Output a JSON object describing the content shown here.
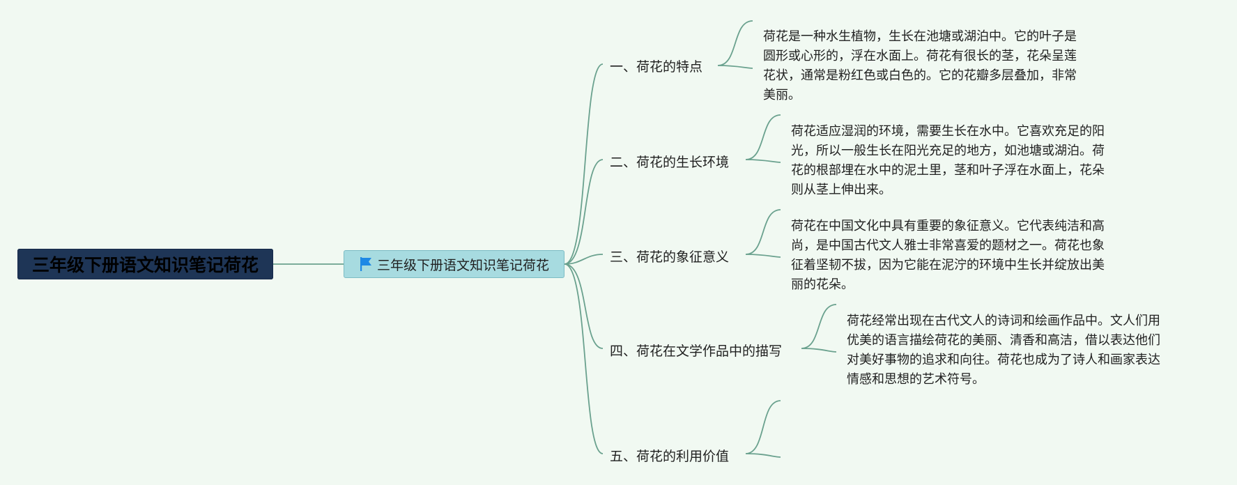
{
  "root": {
    "label": "三年级下册语文知识笔记荷花"
  },
  "center": {
    "label": "三年级下册语文知识笔记荷花",
    "icon": "flag-icon"
  },
  "colors": {
    "background": "#f1f9f2",
    "root_fill": "#1e3556",
    "center_fill": "#a7dbe0",
    "connector": "#6aa18e",
    "flag": "#1e88e5"
  },
  "branches": [
    {
      "label": "一、荷花的特点",
      "note_lines": [
        "荷花是一种水生植物，生长在池塘或湖泊中。它的叶子是",
        "圆形或心形的，浮在水面上。荷花有很长的茎，花朵呈莲",
        "花状，通常是粉红色或白色的。它的花瓣多层叠加，非常",
        "美丽。"
      ]
    },
    {
      "label": "二、荷花的生长环境",
      "note_lines": [
        "荷花适应湿润的环境，需要生长在水中。它喜欢充足的阳",
        "光，所以一般生长在阳光充足的地方，如池塘或湖泊。荷",
        "花的根部埋在水中的泥土里，茎和叶子浮在水面上，花朵",
        "则从茎上伸出来。"
      ]
    },
    {
      "label": "三、荷花的象征意义",
      "note_lines": [
        "荷花在中国文化中具有重要的象征意义。它代表纯洁和高",
        "尚，是中国古代文人雅士非常喜爱的题材之一。荷花也象",
        "征着坚韧不拔，因为它能在泥泞的环境中生长并绽放出美",
        "丽的花朵。"
      ]
    },
    {
      "label": "四、荷花在文学作品中的描写",
      "note_lines": [
        "荷花经常出现在古代文人的诗词和绘画作品中。文人们用",
        "优美的语言描绘荷花的美丽、清香和高洁，借以表达他们",
        "对美好事物的追求和向往。荷花也成为了诗人和画家表达",
        "情感和思想的艺术符号。"
      ]
    },
    {
      "label": "五、荷花的利用价值",
      "note_lines": []
    }
  ]
}
